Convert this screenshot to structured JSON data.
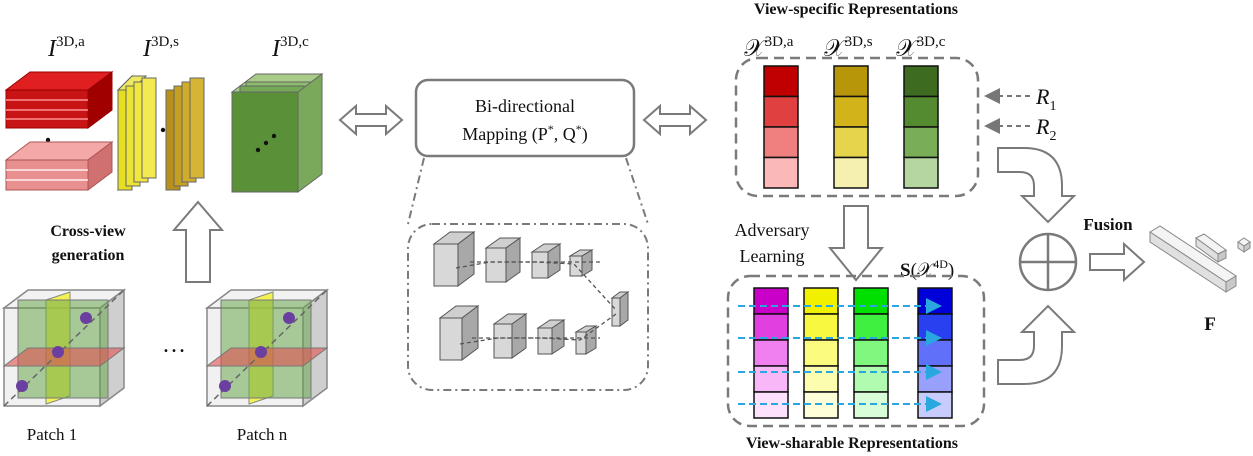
{
  "inputs": {
    "axial": {
      "sym": "I",
      "sup": "3D,a"
    },
    "sagittal": {
      "sym": "I",
      "sup": "3D,s"
    },
    "coronal": {
      "sym": "I",
      "sup": "3D,c"
    }
  },
  "cross_view": {
    "line1": "Cross-view",
    "line2": "generation"
  },
  "patches": {
    "first": "Patch 1",
    "last": "Patch n",
    "ellipsis": "…"
  },
  "mapping": {
    "line1": "Bi-directional",
    "line2": "Mapping (P",
    "line2_star1": "*",
    "line2_mid": ", Q",
    "line2_star2": "*",
    "line2_end": ")"
  },
  "view_specific": {
    "title": "View-specific Representations",
    "reps": [
      {
        "sym": "𝒳",
        "sup": "3D,a"
      },
      {
        "sym": "𝒳",
        "sup": "3D,s"
      },
      {
        "sym": "𝒳",
        "sup": "3D,c"
      }
    ],
    "r1": {
      "sym": "R",
      "sub": "1"
    },
    "r2": {
      "sym": "R",
      "sub": "2"
    }
  },
  "adversary": {
    "line1": "Adversary",
    "line2": "Learning"
  },
  "view_sharable": {
    "title": "View-sharable Representations",
    "shared_label": {
      "bold": "S",
      "open": "(",
      "sym": "𝒳",
      "sup": "4D",
      "close": ")"
    }
  },
  "fusion": {
    "label": "Fusion",
    "output": "F"
  },
  "colors": {
    "axial": [
      "#c00000",
      "#e04040",
      "#f08080",
      "#fbb8b8"
    ],
    "sagittal": [
      "#b8960a",
      "#d2b41a",
      "#e6d44c",
      "#f6f0b0"
    ],
    "coronal": [
      "#3d6b1f",
      "#548a30",
      "#79ad58",
      "#b5d6a0"
    ],
    "shared_magenta": [
      "#c800c8",
      "#e040e0",
      "#f080f0",
      "#f8b8f8",
      "#fce0fc"
    ],
    "shared_yellow": [
      "#f0f000",
      "#f8f840",
      "#fbfb80",
      "#fdfdb0",
      "#fefed8"
    ],
    "shared_green": [
      "#00e000",
      "#40f040",
      "#80f880",
      "#b0fbb0",
      "#d8fdd8"
    ],
    "shared_blue": [
      "#0000d8",
      "#2840f0",
      "#6070f8",
      "#98a0fb",
      "#c8ccfd"
    ]
  }
}
